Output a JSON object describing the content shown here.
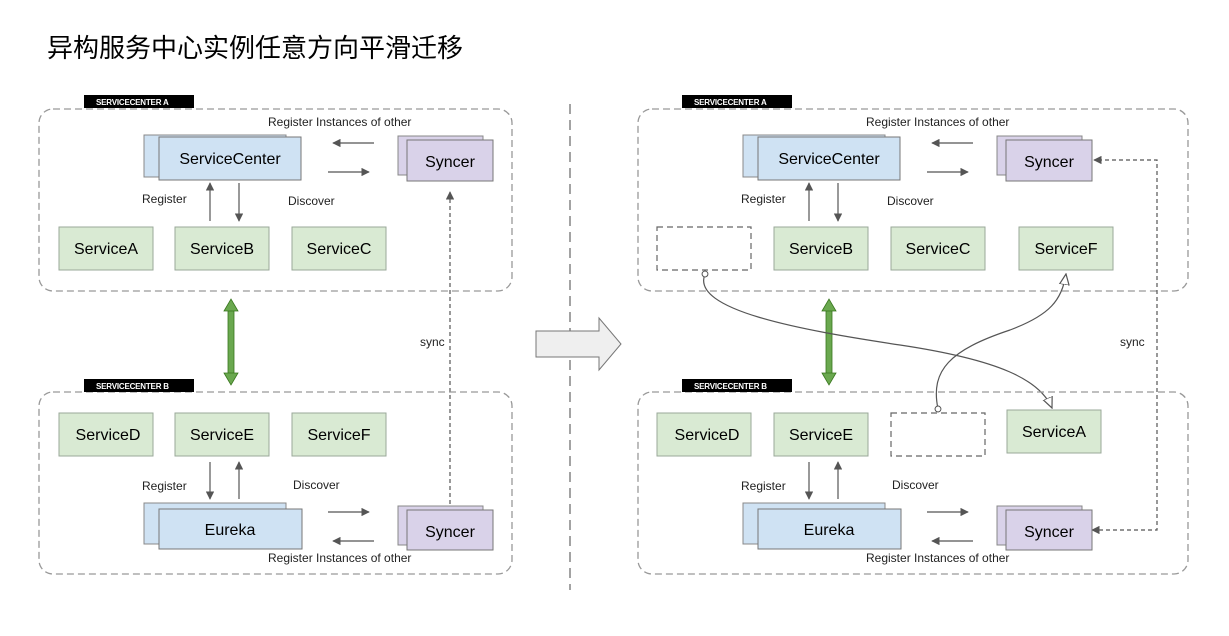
{
  "title": "异构服务中心实例任意方向平滑迁移",
  "colors": {
    "service_fill": "#d9ead3",
    "service_stroke": "#9aa89a",
    "center_fill": "#cfe2f3",
    "center_stroke": "#777777",
    "syncer_fill": "#d9d2e9",
    "bidir_arrow": "#6aa84f",
    "big_arrow_fill": "#efefef",
    "tag_fill": "#000000",
    "dashed_border": "#999999"
  },
  "left": {
    "cluster_a": {
      "tag": "SERVICECENTER A",
      "center_label": "ServiceCenter",
      "syncer_label": "Syncer",
      "register_instances_label": "Register Instances of other",
      "register_label": "Register",
      "discover_label": "Discover",
      "services": [
        "ServiceA",
        "ServiceB",
        "ServiceC"
      ]
    },
    "cluster_b": {
      "tag": "SERVICECENTER B",
      "center_label": "Eureka",
      "syncer_label": "Syncer",
      "register_instances_label": "Register Instances of other",
      "register_label": "Register",
      "discover_label": "Discover",
      "services": [
        "ServiceD",
        "ServiceE",
        "ServiceF"
      ]
    },
    "sync_label": "sync"
  },
  "right": {
    "cluster_a": {
      "tag": "SERVICECENTER A",
      "center_label": "ServiceCenter",
      "syncer_label": "Syncer",
      "register_instances_label": "Register Instances of other",
      "register_label": "Register",
      "discover_label": "Discover",
      "services": [
        "ServiceB",
        "ServiceC",
        "ServiceF"
      ]
    },
    "cluster_b": {
      "tag": "SERVICECENTER B",
      "center_label": "Eureka",
      "syncer_label": "Syncer",
      "register_instances_label": "Register Instances of other",
      "register_label": "Register",
      "discover_label": "Discover",
      "services": [
        "ServiceD",
        "ServiceE",
        "ServiceA"
      ]
    },
    "sync_label": "sync"
  }
}
